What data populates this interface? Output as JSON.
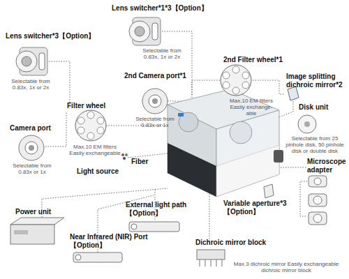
{
  "diagram": {
    "labels": [
      "Lens switcher*1*3【Option】",
      "Selectable from 0.83x, 1x or 2x",
      "Lens switcher*3【Option】",
      "Selectable from 0.83x, 1x or 2x",
      "2nd Camera port*1",
      "Selectable from 0.83x or 1x",
      "2nd Filter wheel*1",
      "Max.10 EM filters Easily exchange- able",
      "Image splitting dichroic mirror*2",
      "Disk unit",
      "Selectable from 25 pinhole disk, 50 pinhole disk or double disk",
      "Filter wheel",
      "Max.10 EM filters Easily exchangeable",
      "Camera port",
      "Selectable from 0.83x or 1x",
      "Fiber",
      "Light source",
      "Microscope adapter",
      "Variable aperture*3 【Option】",
      "Power unit",
      "External light path 【Option】",
      "Near Infrared (NIR) Port 【Option】",
      "Dichroic mirror block",
      "Max.3 dichroic mirror Easily exchangeable dichroic mirror block"
    ]
  }
}
